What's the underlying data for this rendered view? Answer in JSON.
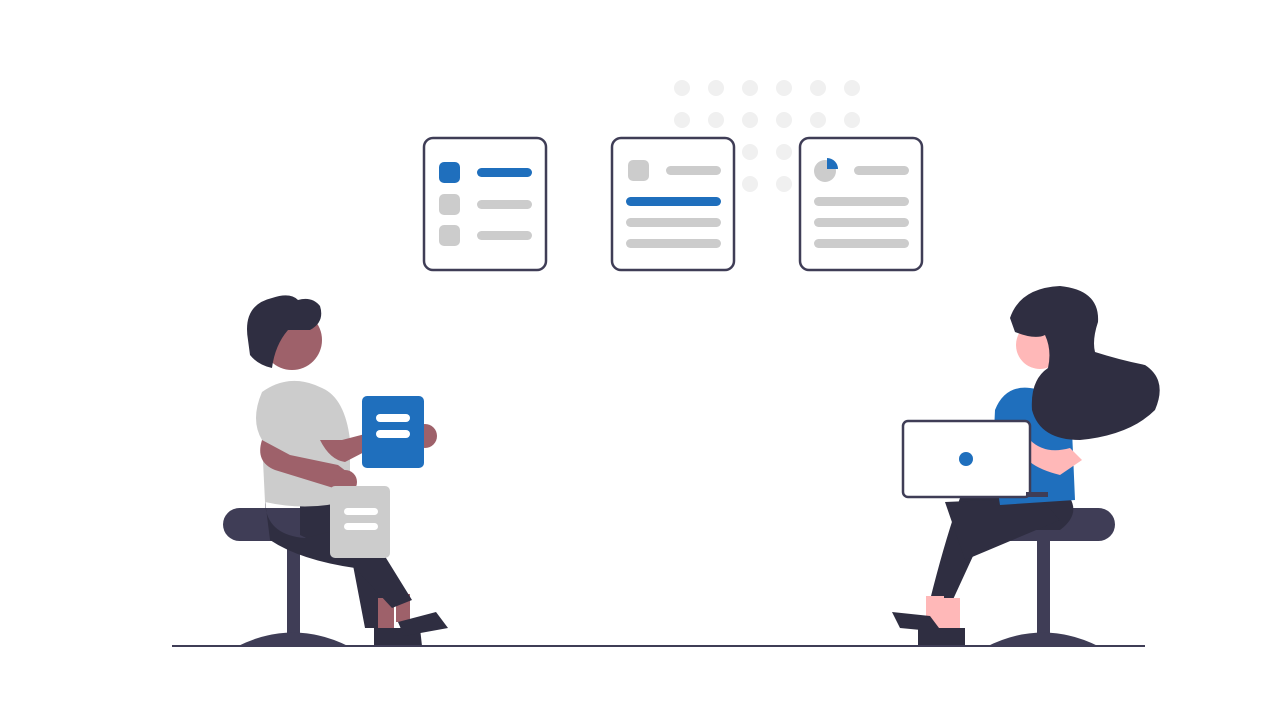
{
  "colors": {
    "background": "#ffffff",
    "accent_blue": "#1f6fbd",
    "ink_dark": "#2f2e41",
    "stool_dark": "#3f3d56",
    "placeholder_gray": "#cccccc",
    "dot_gray": "#f0f0f0",
    "skin_brown": "#9e616a",
    "skin_pink": "#ffb8b8",
    "shirt_gray": "#cccccc",
    "card_fill": "#ffffff"
  },
  "cards": [
    {
      "variant": "checklist",
      "highlighted_row": 1,
      "rows": 3
    },
    {
      "variant": "text-lines",
      "highlighted_line": 1,
      "lines": 4
    },
    {
      "variant": "chart-summary",
      "icon": "pie-chart-icon",
      "lines": 4
    }
  ],
  "characters": [
    {
      "role": "man-holding-documents",
      "holds": "blue-document-icon"
    },
    {
      "role": "woman-with-laptop",
      "holds": "laptop-icon"
    }
  ]
}
